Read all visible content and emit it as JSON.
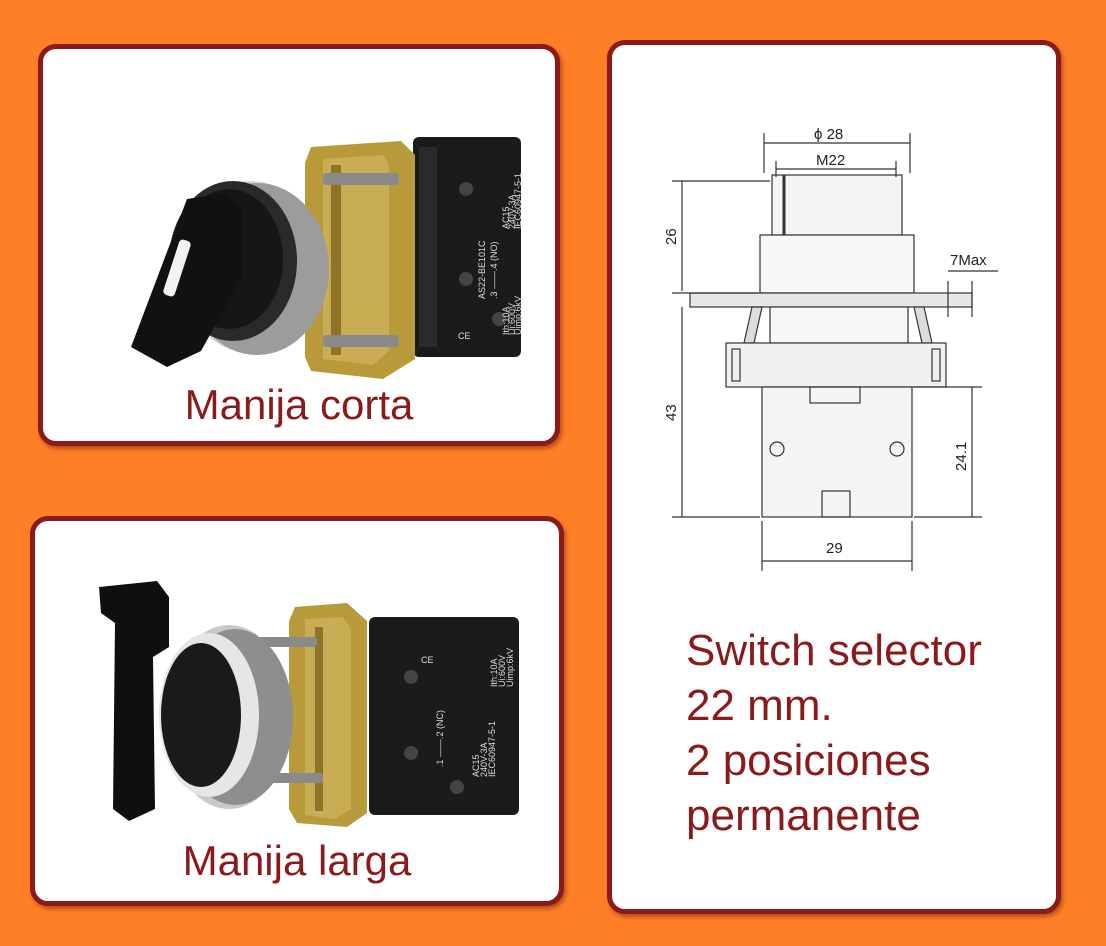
{
  "colors": {
    "background": "#ff7f27",
    "card_border": "#8b1a1a",
    "caption": "#8b1a1a"
  },
  "short_handle": {
    "caption": "Manija corta",
    "label_model": "AS22-BE101C",
    "label_contact": ".3 ——.4 (NO)",
    "label_ac": "AC15",
    "label_rating": "240V-3A",
    "label_std": "IEC60947-5-1",
    "label_ith": "Ith:10A",
    "label_ui": "Ui:600V",
    "label_uimp": "Uimp:6kV",
    "label_ce": "CE"
  },
  "long_handle": {
    "caption": "Manija larga",
    "label_contact": ".1 ——.2 (NC)",
    "label_ac": "AC15",
    "label_rating": "240V-3A",
    "label_std": "IEC60947-5-1",
    "label_ith": "Ith:10A",
    "label_ui": "Ui:600V",
    "label_uimp": "Uimp:6kV",
    "label_ce": "CE"
  },
  "drawing": {
    "dim_diameter": "ϕ 28",
    "dim_thread": "M22",
    "dim_top_height": "26",
    "dim_panel": "7Max",
    "dim_total_height": "43",
    "dim_block_height": "24.1",
    "dim_width": "29"
  },
  "spec": {
    "lines": [
      "Switch selector",
      "22 mm.",
      "2 posiciones",
      "permanente"
    ]
  }
}
